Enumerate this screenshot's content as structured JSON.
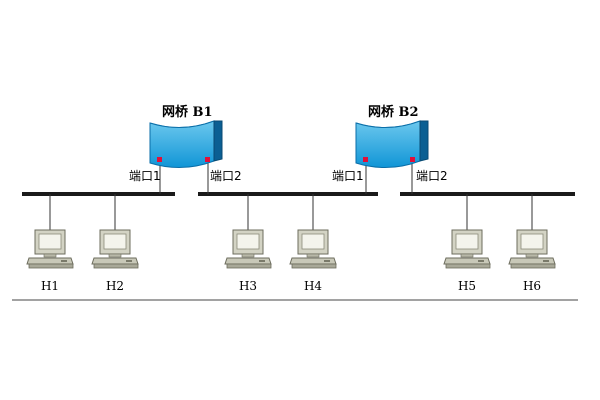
{
  "bridges": [
    {
      "id": "B1",
      "label": "网桥 B1",
      "port1": "端口1",
      "port2": "端口2"
    },
    {
      "id": "B2",
      "label": "网桥 B2",
      "port1": "端口1",
      "port2": "端口2"
    }
  ],
  "hosts": [
    "H1",
    "H2",
    "H3",
    "H4",
    "H5",
    "H6"
  ],
  "colors": {
    "bridge_face": "#1ca8e0",
    "bridge_top": "#9fd8f2",
    "bridge_side": "#0a6ea8",
    "port": "#e0103a",
    "bus": "#1a1a1a",
    "monitor": "#c9c9b8"
  }
}
